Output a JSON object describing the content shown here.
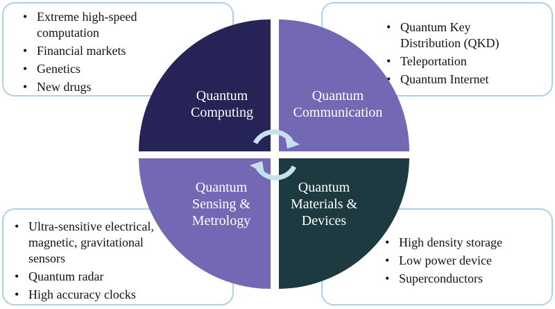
{
  "quadrants": {
    "computing": {
      "title": "Quantum\nComputing",
      "color": "#262456",
      "items": [
        "Extreme high-speed computation",
        "Financial markets",
        "Genetics",
        "New drugs"
      ]
    },
    "communication": {
      "title": "Quantum\nCommunication",
      "color": "#7268b4",
      "items": [
        "Quantum Key Distribution (QKD)",
        "Teleportation",
        "Quantum Internet"
      ]
    },
    "sensing": {
      "title": "Quantum\nSensing &\nMetrology",
      "color": "#7268b4",
      "items": [
        "Ultra-sensitive electrical, magnetic, gravitational sensors",
        "Quantum radar",
        "High accuracy clocks"
      ]
    },
    "materials": {
      "title": "Quantum\nMaterials &\nDevices",
      "color": "#1c3a40",
      "items": [
        "High density storage",
        "Low power device",
        "Superconductors"
      ]
    }
  },
  "colors": {
    "callout_border": "#a9d3e4",
    "cycle_arrows": "#c5e2ec"
  },
  "icons": [
    "cycle-arrow-icon"
  ]
}
